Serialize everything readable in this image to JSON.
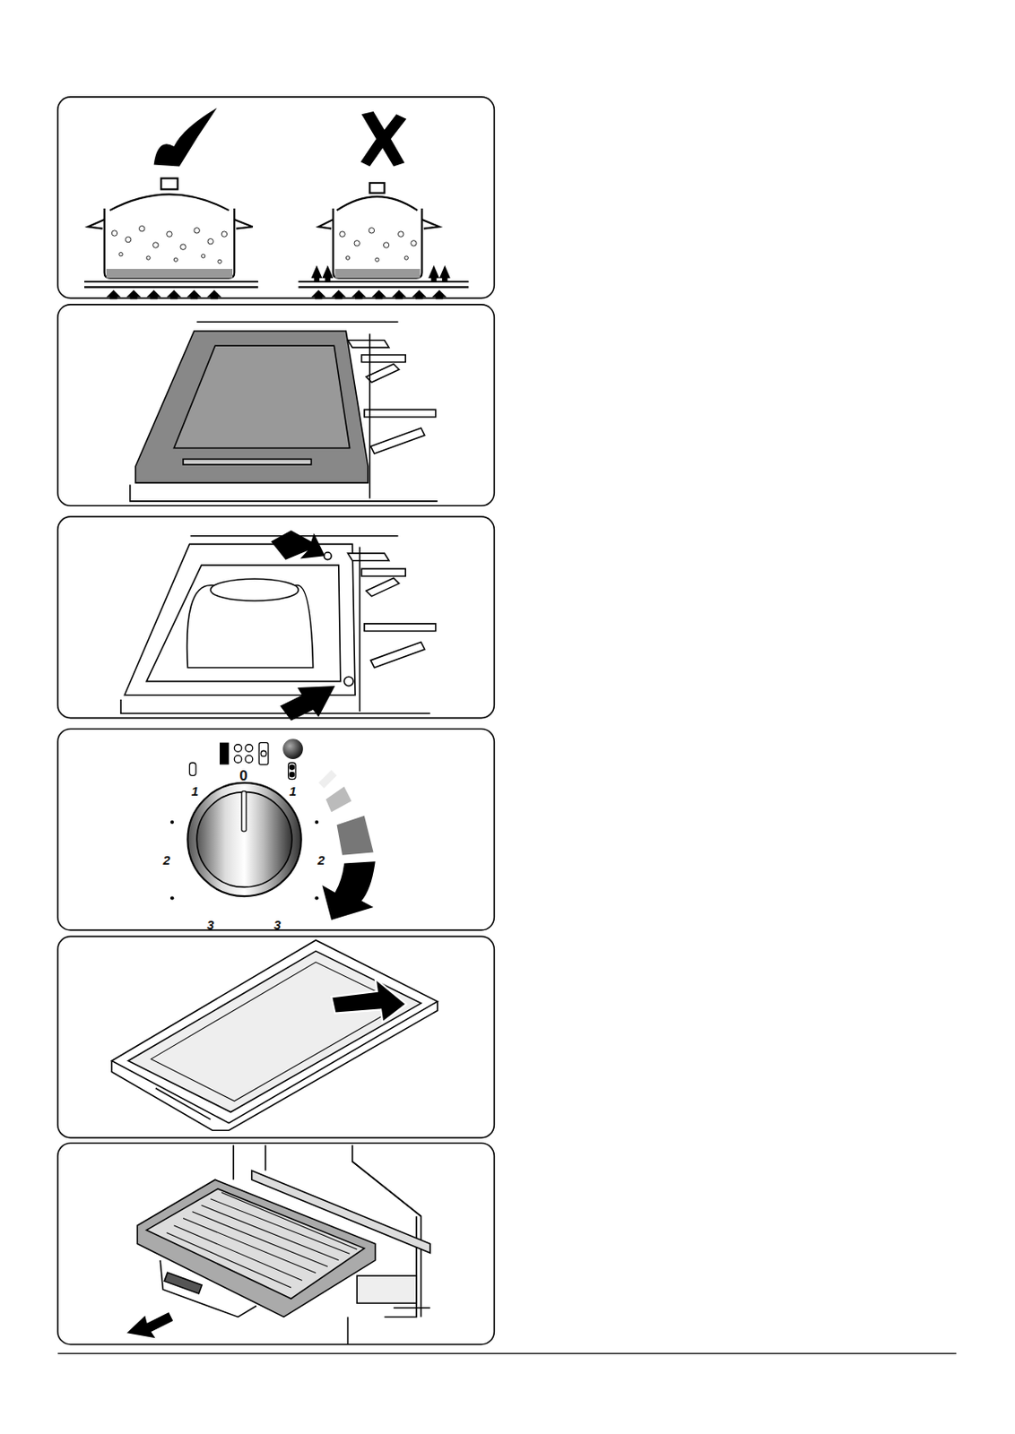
{
  "diagram": {
    "labels": [
      "0",
      "1",
      "1",
      "2",
      "2",
      "3",
      "3"
    ]
  }
}
